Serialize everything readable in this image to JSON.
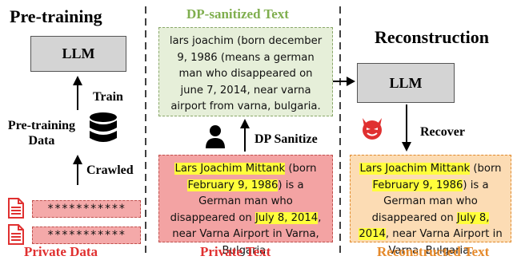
{
  "colors": {
    "red_label": "#e03030",
    "green_label": "#7fae4e",
    "orange_label": "#e5892a"
  },
  "left": {
    "title": "Pre-training",
    "llm": "LLM",
    "train": "Train",
    "pretraining_data": "Pre-training\nData",
    "crawled": "Crawled",
    "masked_rows": [
      "***********",
      "***********"
    ],
    "caption": "Private Data"
  },
  "middle": {
    "title": "DP-sanitized Text",
    "sanitized_text": "lars joachim (born december 9, 1986 (means a german man who disappeared on june 7, 2014, near varna airport from varna, bulgaria.",
    "dp_sanitize": "DP Sanitize",
    "private_text": {
      "name": "Lars Joachim Mittank",
      "t1": " (born ",
      "dob": "February 9, 1986",
      "t2": ") is a German man who disappeared on ",
      "date": "July 8, 2014",
      "t3": ", near Varna Airport in Varna, Bulgaria."
    },
    "caption": "Private Text"
  },
  "right": {
    "title": "Reconstruction",
    "llm": "LLM",
    "recover": "Recover",
    "recon_text": {
      "name": "Lars Joachim Mittank",
      "t1": " (born ",
      "dob": "February 9, 1986",
      "t2": ") is a German man who disappeared on ",
      "date": "July 8, 2014",
      "t3": ", near Varna Airport in Varna, Bulgaria."
    },
    "caption": "Reconstructed Text"
  }
}
